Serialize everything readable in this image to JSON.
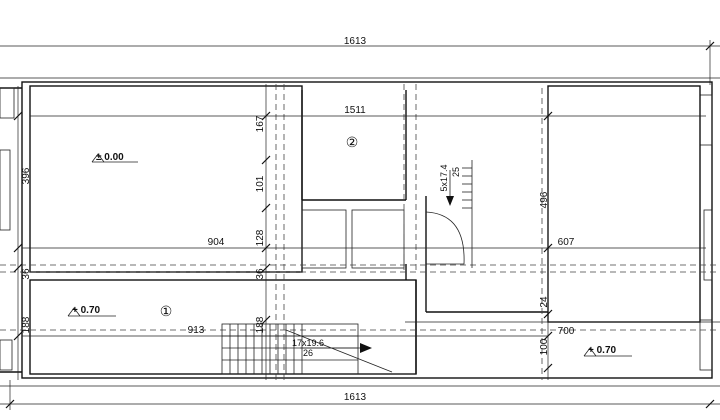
{
  "dimensions": {
    "top_overall": "1613",
    "bottom_overall": "1613",
    "inner_top": "1511",
    "left_396": "396",
    "left_36": "36",
    "left_188": "188",
    "mid_167": "167",
    "mid_101": "101",
    "mid_128": "128",
    "mid_36": "36",
    "mid_188": "188",
    "h_904": "904",
    "h_913": "913",
    "h_607": "607",
    "h_700": "700",
    "right_496": "496",
    "right_24": "24",
    "right_100": "100"
  },
  "levels": {
    "upper_left": "± 0.00",
    "lower_left": "+ 0.70",
    "lower_right": "+ 0.70"
  },
  "rooms": {
    "room_1": "①",
    "room_2": "②"
  },
  "stairs": {
    "upper_spec_a": "5x17.4",
    "upper_spec_b": "25",
    "lower_spec_a": "17x19.6",
    "lower_spec_b": "26"
  }
}
